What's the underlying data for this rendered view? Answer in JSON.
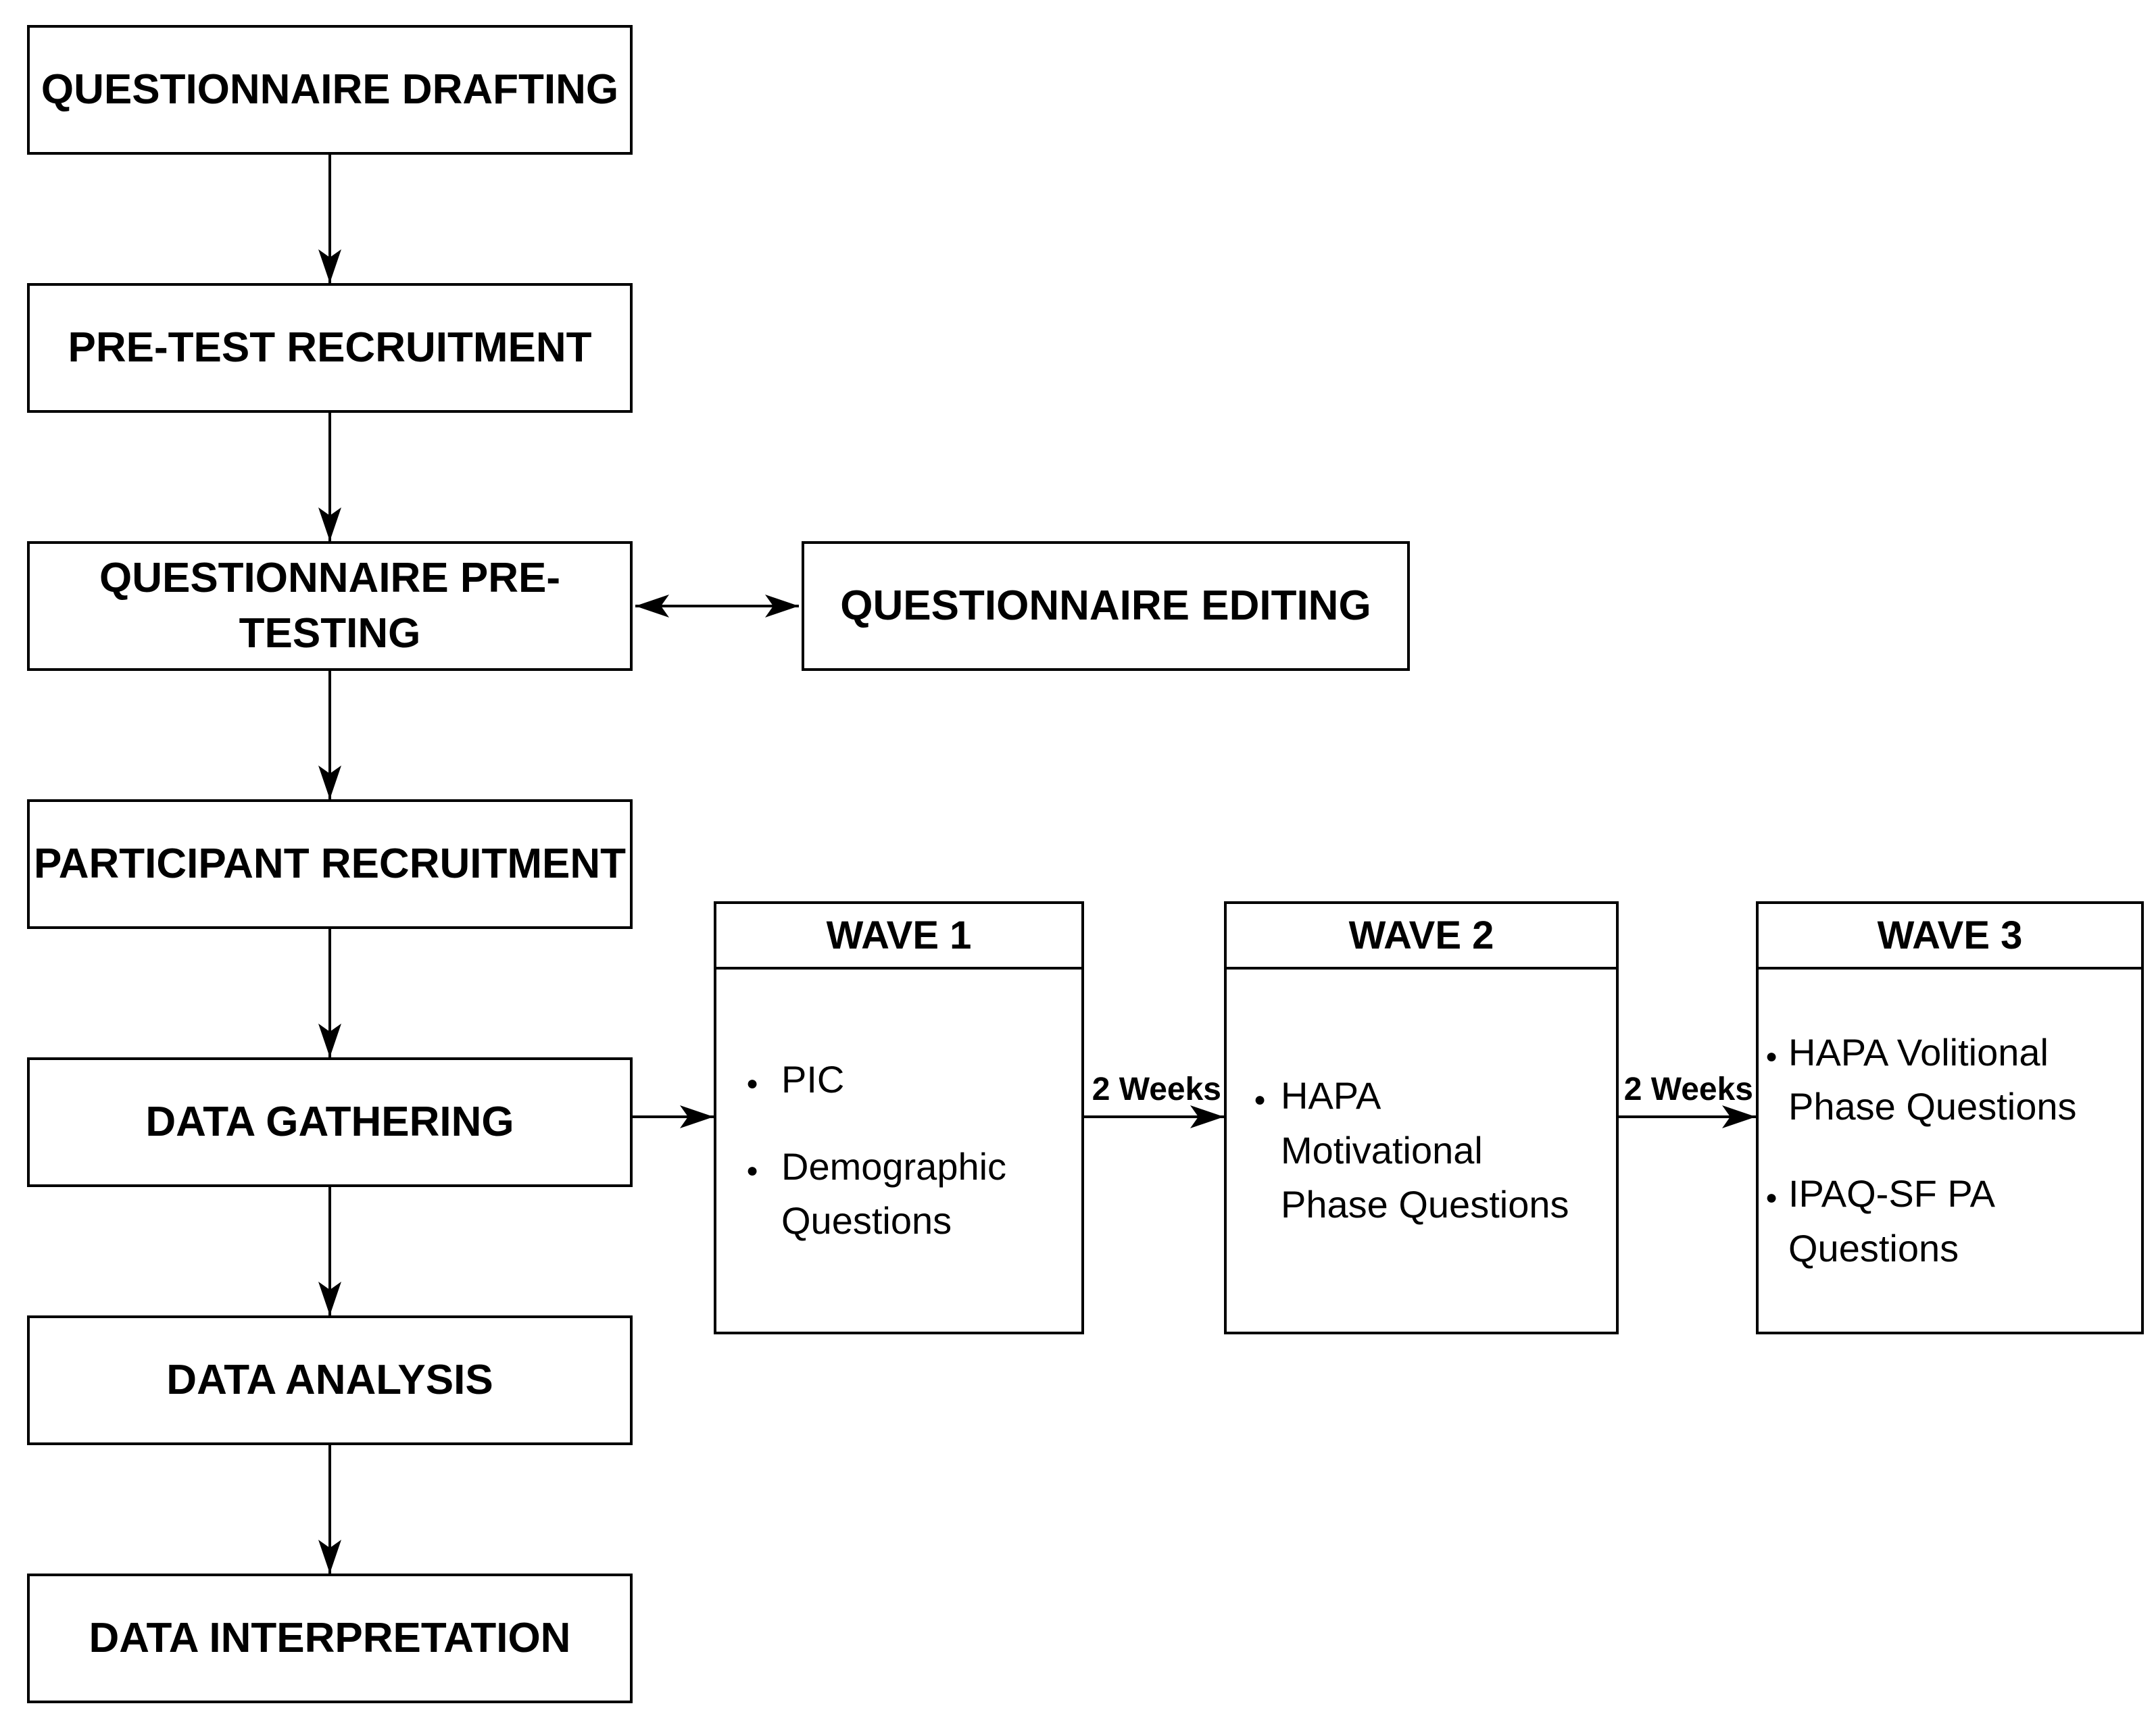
{
  "flow": {
    "steps": [
      {
        "label": "QUESTIONNAIRE DRAFTING"
      },
      {
        "label": "PRE-TEST RECRUITMENT"
      },
      {
        "label": "QUESTIONNAIRE PRE-\nTESTING"
      },
      {
        "label": "PARTICIPANT RECRUITMENT"
      },
      {
        "label": "DATA GATHERING"
      },
      {
        "label": "DATA ANALYSIS"
      },
      {
        "label": "DATA INTERPRETATION"
      }
    ],
    "side_box": {
      "label": "QUESTIONNAIRE EDITING"
    }
  },
  "waves": [
    {
      "title": "WAVE 1",
      "bullets": [
        "PIC",
        "Demographic\nQuestions"
      ]
    },
    {
      "title": "WAVE 2",
      "bullets": [
        "HAPA\nMotivational\nPhase Questions"
      ]
    },
    {
      "title": "WAVE 3",
      "bullets": [
        "HAPA Volitional\nPhase Questions",
        "IPAQ-SF PA\nQuestions"
      ]
    }
  ],
  "edges": {
    "wave1_wave2": {
      "label": "2 Weeks"
    },
    "wave2_wave3": {
      "label": "2 Weeks"
    }
  },
  "colors": {
    "background": "#ffffff",
    "box_fill": "#ffffff",
    "line": "#000000",
    "text": "#000000"
  }
}
